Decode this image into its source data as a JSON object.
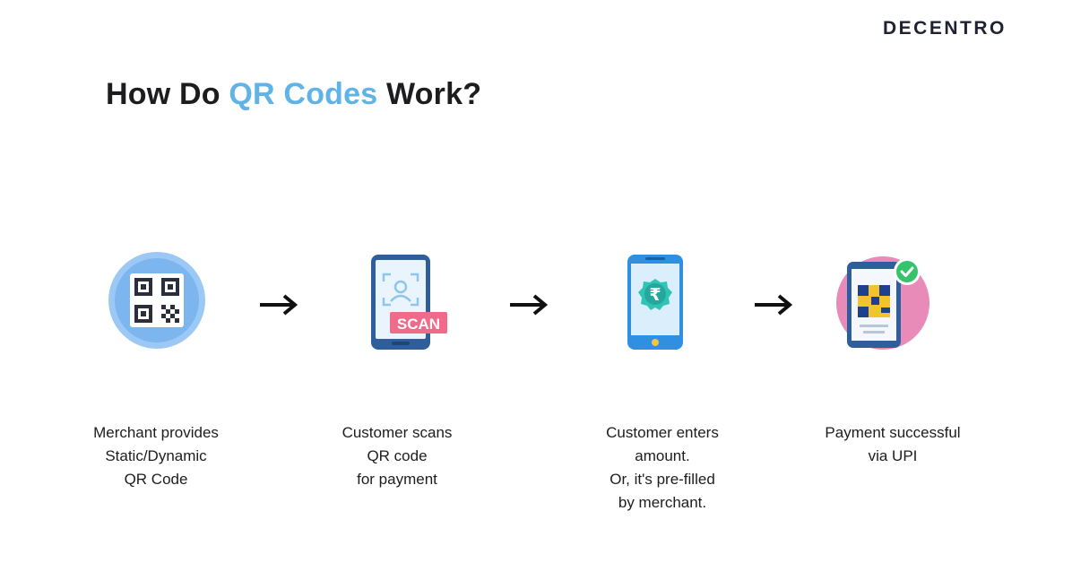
{
  "brand": {
    "name": "DECENTRO"
  },
  "heading": {
    "prefix": "How Do ",
    "highlight": "QR Codes",
    "suffix": " Work?"
  },
  "accent_color": "#5fb3e6",
  "steps": [
    {
      "icon": "qr-code-icon",
      "lines": [
        "Merchant provides",
        "Static/Dynamic",
        "QR Code"
      ]
    },
    {
      "icon": "phone-scan-icon",
      "badge": "SCAN",
      "lines": [
        "Customer scans",
        "QR code",
        "for payment"
      ]
    },
    {
      "icon": "phone-rupee-icon",
      "symbol": "₹",
      "lines": [
        "Customer enters",
        "amount.",
        "Or, it's pre-filled",
        "by merchant."
      ]
    },
    {
      "icon": "payment-success-icon",
      "lines": [
        "Payment successful",
        "via UPI"
      ]
    }
  ],
  "arrows": [
    "right-arrow-icon",
    "right-arrow-icon",
    "right-arrow-icon"
  ]
}
